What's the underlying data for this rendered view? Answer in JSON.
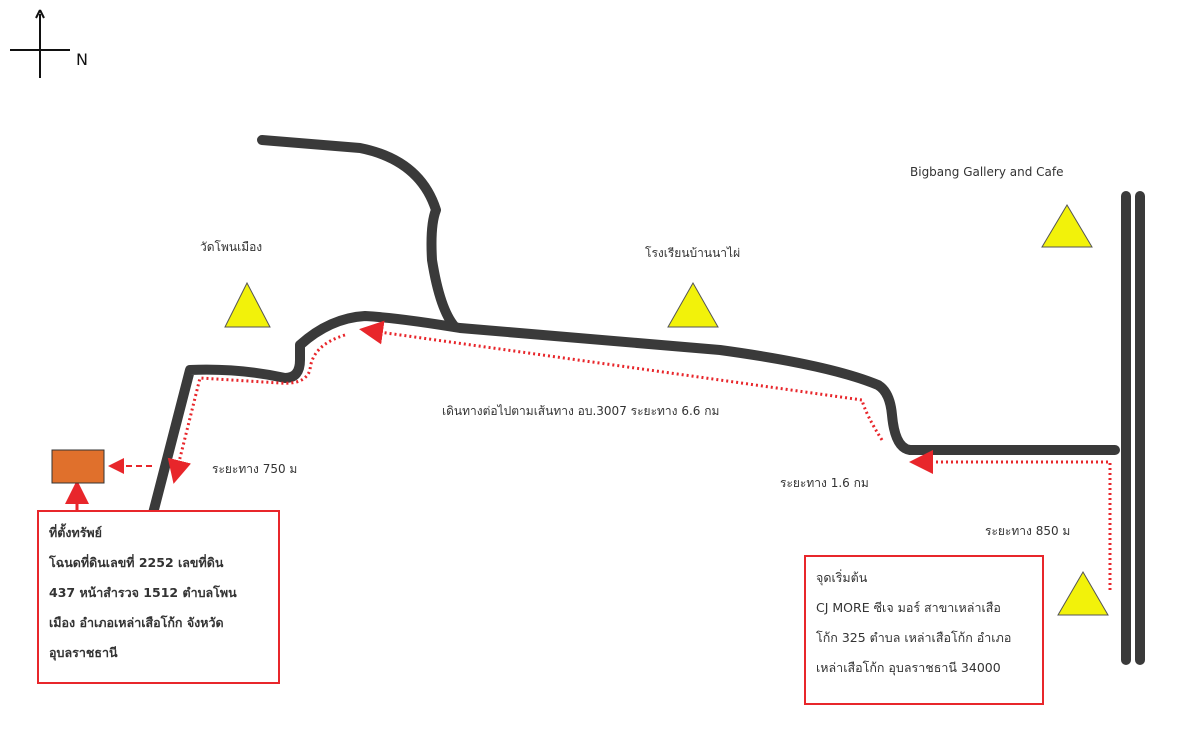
{
  "compass": {
    "north_label": "N"
  },
  "landmarks": [
    {
      "name": "วัดโพนเมือง"
    },
    {
      "name": "โรงเรียนบ้านนาไผ่"
    },
    {
      "name": "Bigbang Gallery and Cafe"
    },
    {
      "name": ""
    }
  ],
  "route_labels": {
    "main": "เดินทางต่อไปตามเส้นทาง อบ.3007 ระยะทาง 6.6 กม",
    "d750": "ระยะทาง 750 ม",
    "d16": "ระยะทาง 1.6 กม",
    "d850": "ระยะทาง 850 ม"
  },
  "property_box": {
    "title": "ที่ตั้งทรัพย์",
    "lines": [
      "โฉนดที่ดินเลขที่ 2252 เลขที่ดิน",
      "437 หน้าสำรวจ 1512 ตำบลโพน",
      "เมือง อำเภอเหล่าเสือโก้ก จังหวัด",
      "อุบลราชธานี"
    ]
  },
  "start_box": {
    "title": "จุดเริ่มต้น",
    "lines": [
      "CJ MORE ซีเจ มอร์ สาขาเหล่าเสือ",
      "โก้ก 325 ตำบล เหล่าเสือโก้ก อำเภอ",
      "เหล่าเสือโก้ก อุบลราชธานี 34000"
    ]
  },
  "colors": {
    "road": "#3a3a3a",
    "route": "#e8262b",
    "landmark": "#f2f20a",
    "property": "#e0702c"
  }
}
